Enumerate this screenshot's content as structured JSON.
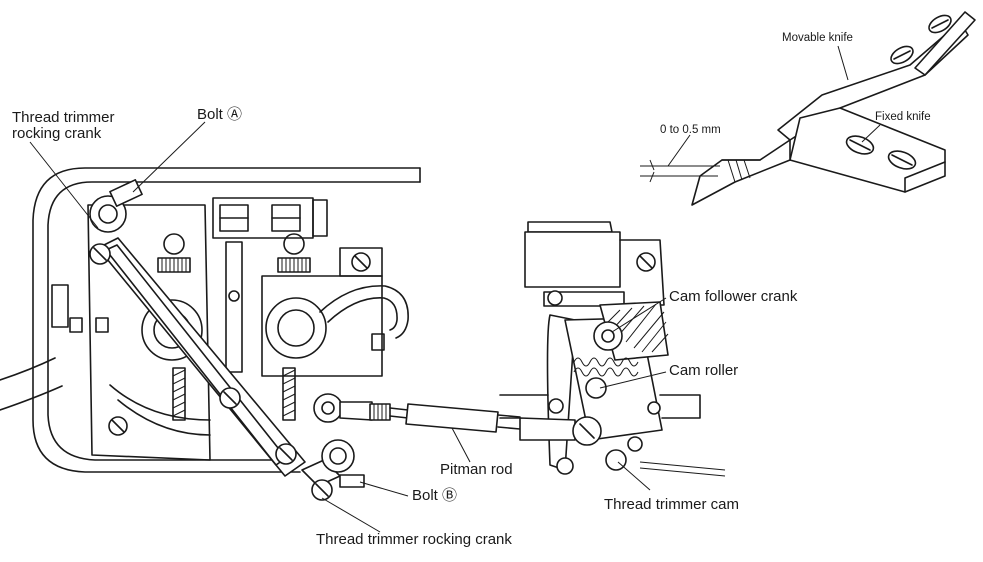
{
  "labels": {
    "trimmer_crank_top": [
      "Thread trimmer",
      "rocking crank"
    ],
    "bolt_a": "Bolt Ⓐ",
    "bolt_b": "Bolt Ⓑ",
    "trimmer_crank_bottom": "Thread trimmer rocking crank",
    "pitman_rod": "Pitman rod",
    "cam_follower_crank": "Cam follower crank",
    "cam_roller": "Cam roller",
    "thread_trimmer_cam": "Thread trimmer cam",
    "movable_knife": "Movable knife",
    "fixed_knife": "Fixed knife",
    "gap_spec": "0 to 0.5 mm"
  }
}
